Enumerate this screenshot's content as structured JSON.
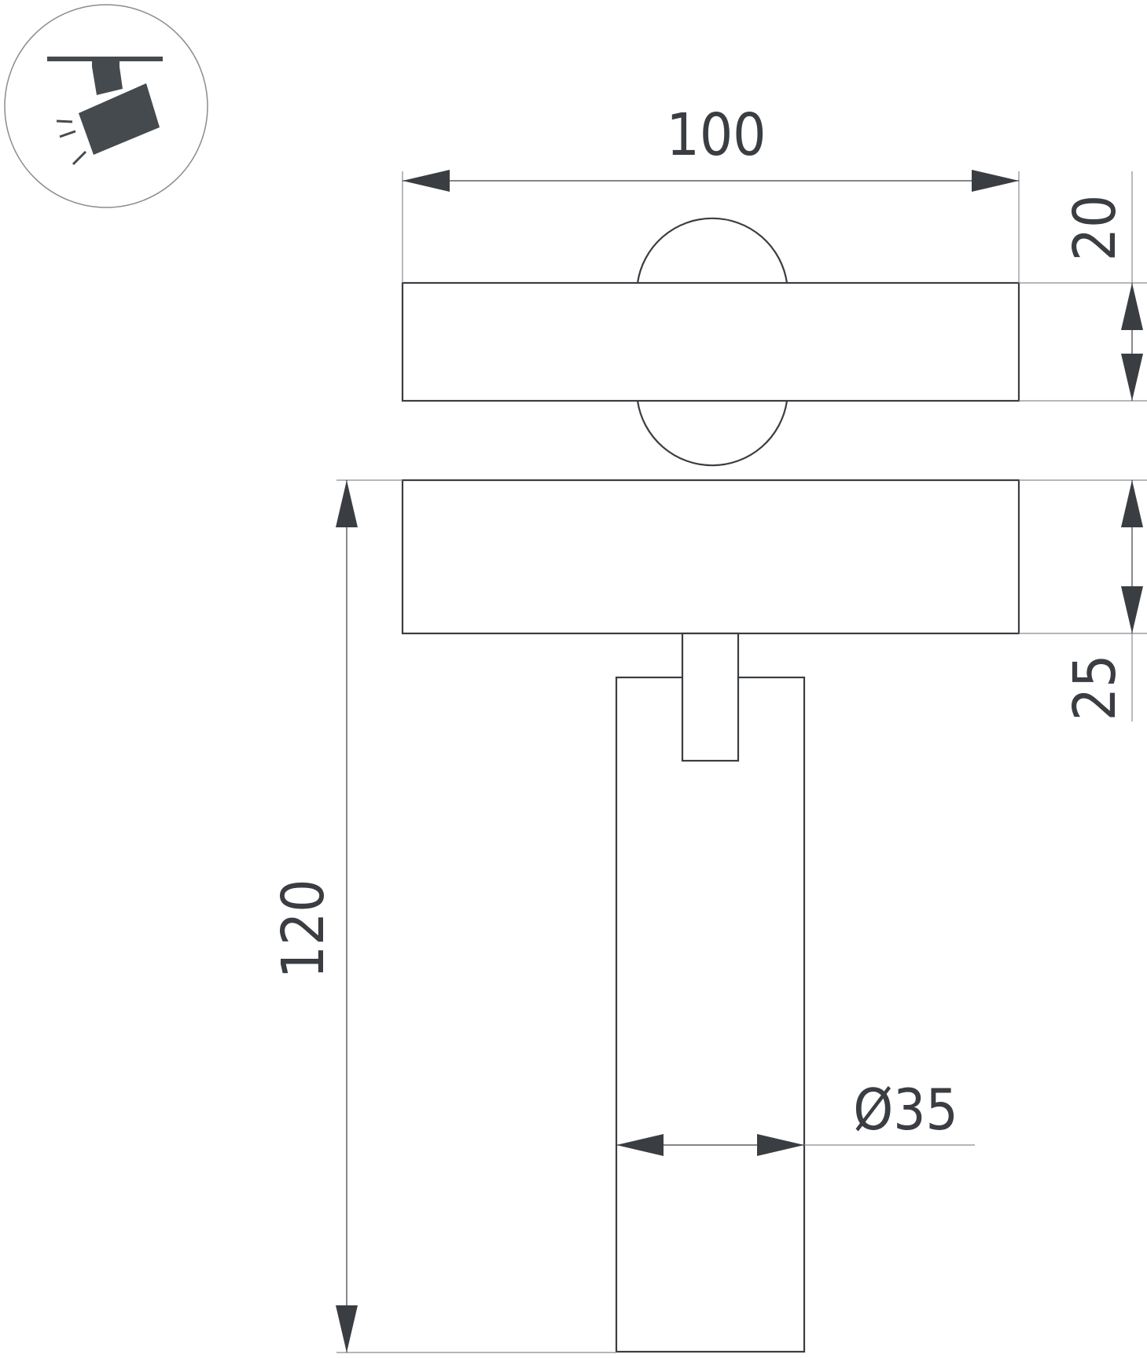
{
  "icon": {
    "name": "track-spotlight-icon",
    "color": "#454a4f"
  },
  "colors": {
    "outline": "#3a3d42",
    "extension_line": "#8a8c90",
    "arrowhead": "#3a3d42",
    "icon_circle": "#8a8c90"
  },
  "dimensions": {
    "width": "100",
    "base_height_top_view": "20",
    "base_height_side_view": "25",
    "total_height": "120",
    "lamp_diameter": "Ø35"
  }
}
